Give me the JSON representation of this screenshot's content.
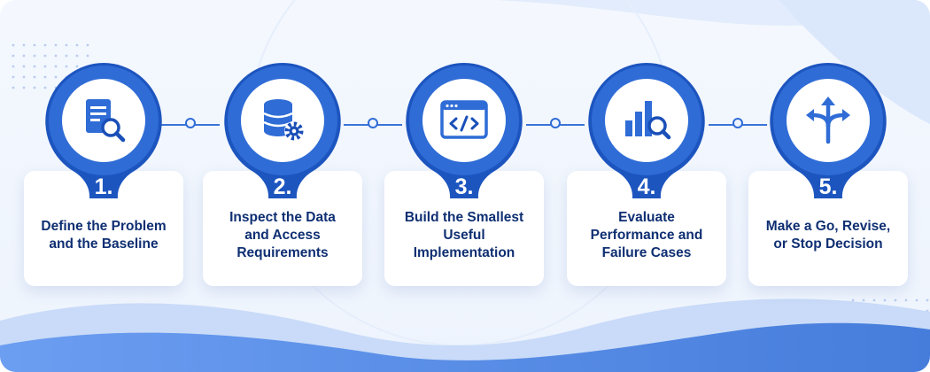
{
  "colors": {
    "primary": "#2f6cd6",
    "primary_dark": "#1a4fb8",
    "text": "#0f2f72",
    "card": "#ffffff",
    "background": "#eef4fd"
  },
  "steps": [
    {
      "number": "1.",
      "text": "Define the Problem\nand the Baseline",
      "icon": "document-search-icon"
    },
    {
      "number": "2.",
      "text": "Inspect the Data\nand Access\nRequirements",
      "icon": "database-gear-icon"
    },
    {
      "number": "3.",
      "text": "Build the Smallest\nUseful\nImplementation",
      "icon": "code-window-icon"
    },
    {
      "number": "4.",
      "text": "Evaluate\nPerformance and\nFailure Cases",
      "icon": "chart-search-icon"
    },
    {
      "number": "5.",
      "text": "Make a Go, Revise,\nor Stop Decision",
      "icon": "branching-arrows-icon"
    }
  ]
}
